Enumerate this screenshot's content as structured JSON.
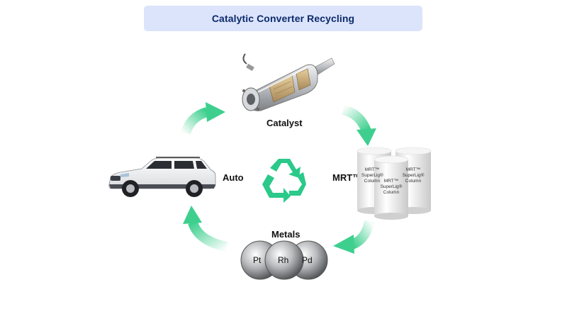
{
  "title": "Catalytic Converter Recycling",
  "nodes": {
    "catalyst": {
      "label": "Catalyst"
    },
    "mrt": {
      "label": "MRT™",
      "columns": [
        {
          "line1": "MRT™",
          "line2": "SuperLig®",
          "line3": "Column"
        },
        {
          "line1": "MRT™",
          "line2": "SuperLig®",
          "line3": "Column"
        },
        {
          "line1": "MRT™",
          "line2": "SuperLig®",
          "line3": "Column"
        }
      ]
    },
    "metals": {
      "label": "Metals",
      "discs": [
        {
          "symbol": "Pt"
        },
        {
          "symbol": "Rh"
        },
        {
          "symbol": "Pd"
        }
      ]
    },
    "auto": {
      "label": "Auto"
    }
  },
  "center_icon": "recycle-icon",
  "colors": {
    "arrow": "#3ecf8e",
    "recycle": "#2bc98a",
    "title_bg": "#dbe4fb",
    "title_text": "#0d2a6b"
  }
}
